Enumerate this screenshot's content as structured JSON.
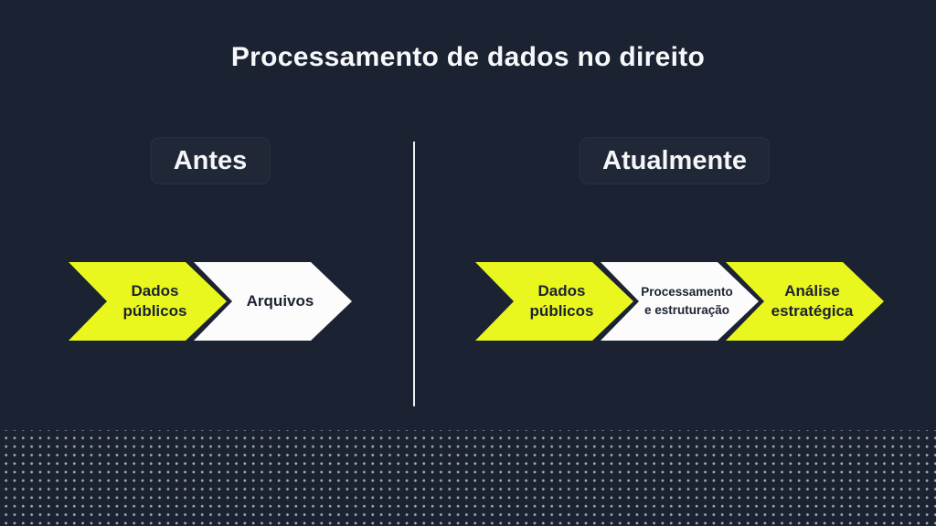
{
  "slide": {
    "title": "Processamento de dados no direito",
    "colors": {
      "background": "#1b2232",
      "accent_yellow": "#e9f71e",
      "chevron_white": "#fcfcfc",
      "text_light": "#f7f8fa",
      "text_dark": "#1b2232",
      "divider": "#eef0f3"
    }
  },
  "before": {
    "heading": "Antes",
    "steps": [
      {
        "label": "Dados públicos",
        "color": "#e9f71e"
      },
      {
        "label": "Arquivos",
        "color": "#fcfcfc"
      }
    ]
  },
  "current": {
    "heading": "Atualmente",
    "steps": [
      {
        "label": "Dados públicos",
        "color": "#e9f71e"
      },
      {
        "label": "Processamento e estruturação",
        "color": "#fcfcfc"
      },
      {
        "label": "Análise estratégica",
        "color": "#e9f71e"
      }
    ]
  }
}
